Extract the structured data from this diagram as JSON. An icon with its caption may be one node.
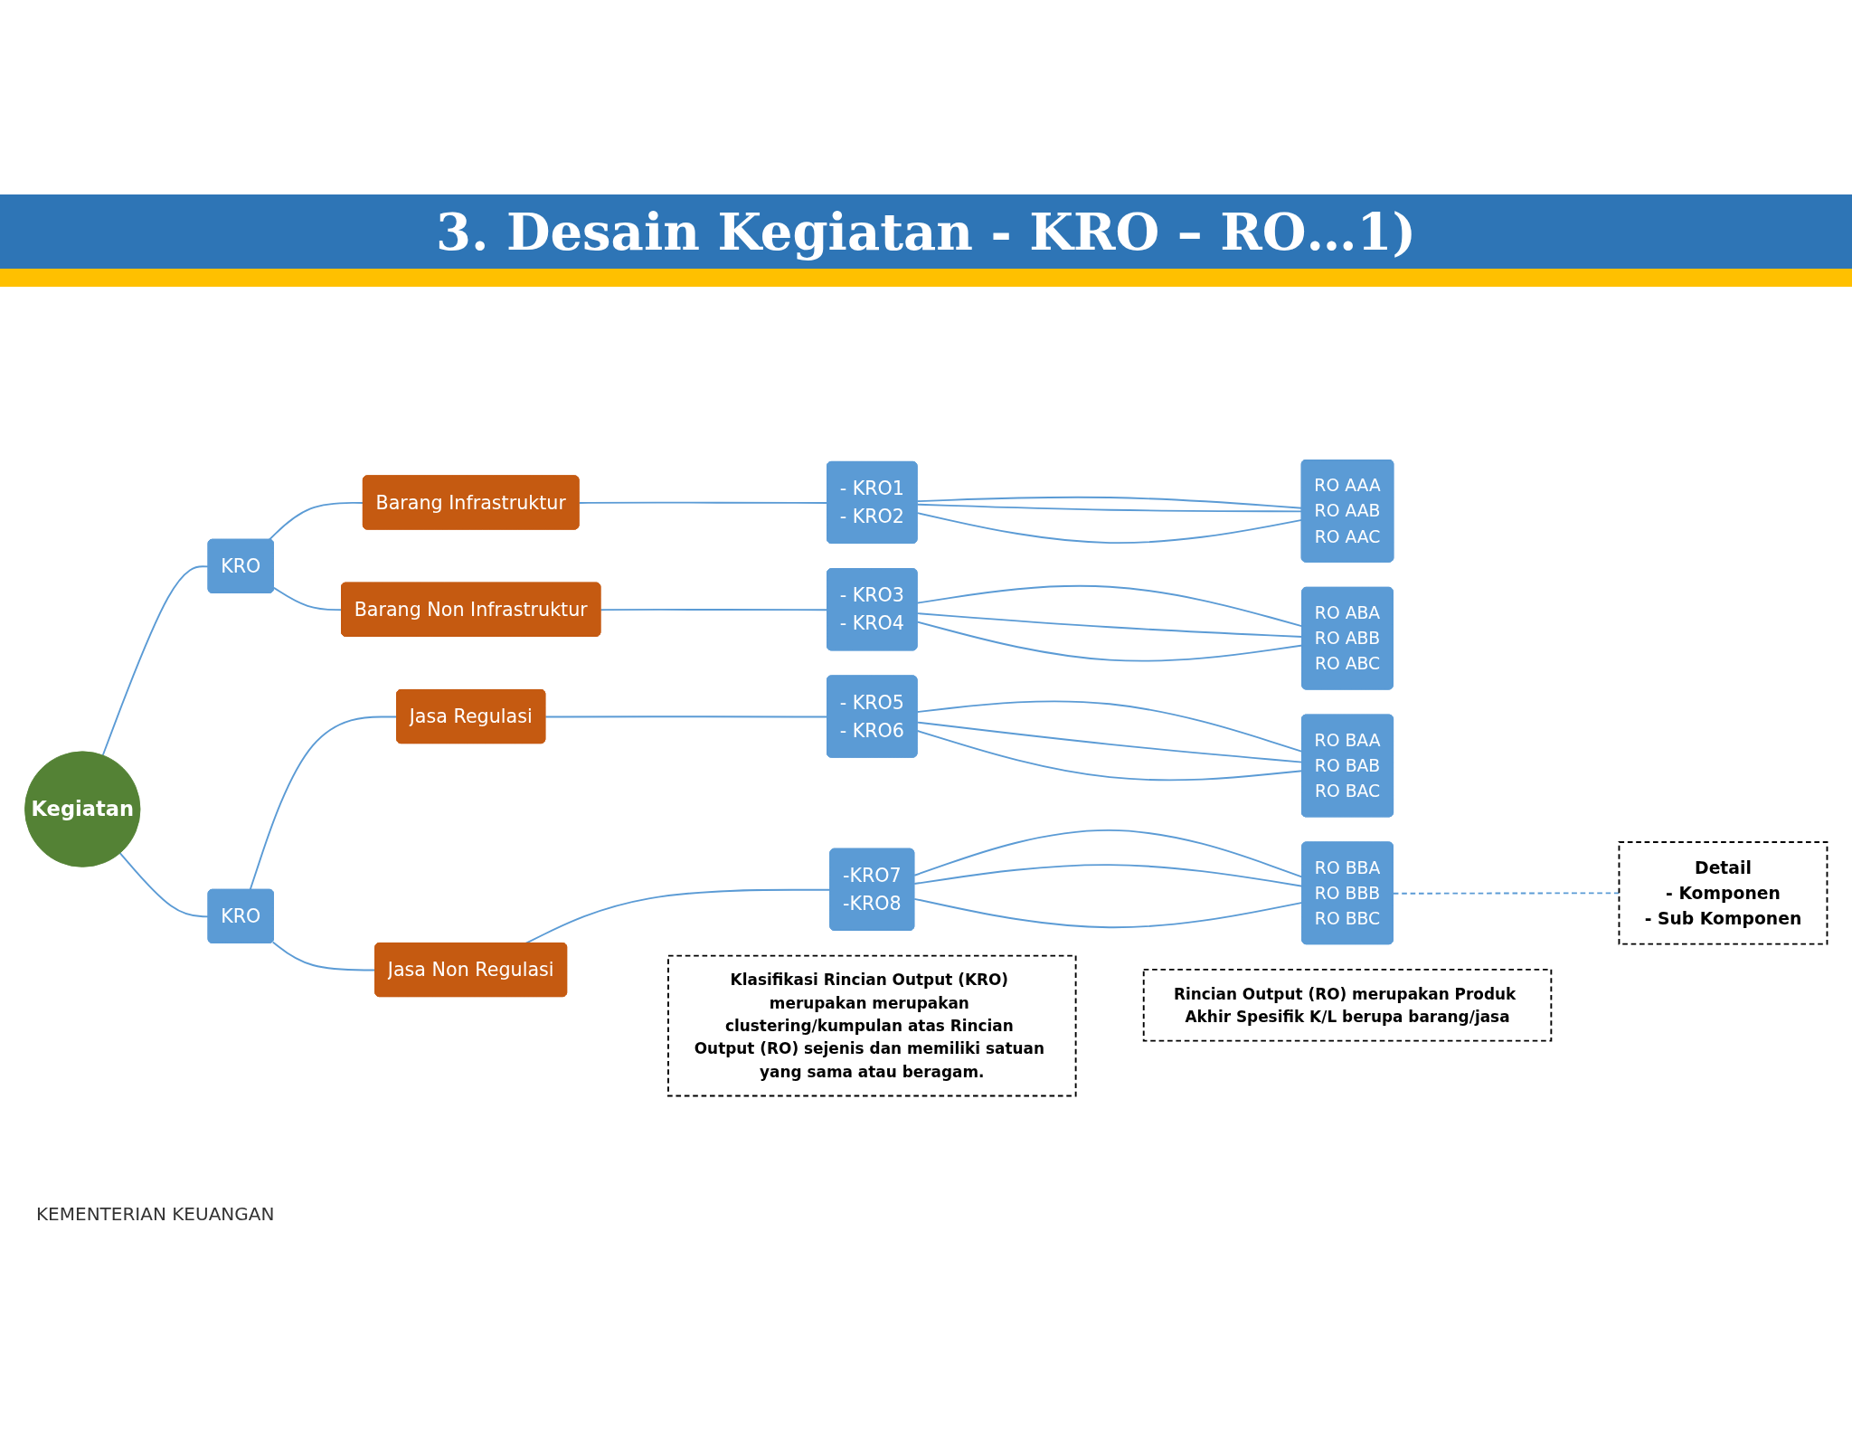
{
  "diagram": {
    "title": "3. Desain Kegiatan - KRO – RO…1)",
    "nodes": [
      {
        "text": [
          "Kegiatan"
        ]
      },
      {
        "text": [
          "KRO"
        ]
      },
      {
        "text": [
          "KRO"
        ]
      },
      {
        "text": [
          "Barang Infrastruktur"
        ]
      },
      {
        "text": [
          "Barang Non Infrastruktur"
        ]
      },
      {
        "text": [
          "Jasa Regulasi"
        ]
      },
      {
        "text": [
          "Jasa Non Regulasi"
        ]
      },
      {
        "text": [
          "- KRO1",
          "- KRO2"
        ]
      },
      {
        "text": [
          "- KRO3",
          "- KRO4"
        ]
      },
      {
        "text": [
          "- KRO5",
          "- KRO6"
        ]
      },
      {
        "text": [
          "-KRO7",
          "-KRO8"
        ]
      },
      {
        "text": [
          "RO AAA",
          "RO AAB",
          "RO AAC"
        ]
      },
      {
        "text": [
          "RO ABA",
          "RO ABB",
          "RO ABC"
        ]
      },
      {
        "text": [
          "RO BAA",
          "RO BAB",
          "RO BAC"
        ]
      },
      {
        "text": [
          "RO BBA",
          "RO BBB",
          "RO BBC"
        ]
      },
      {
        "text": [
          "Detail",
          "- Komponen",
          "- Sub Komponen"
        ]
      },
      {
        "text": [
          "Klasifikasi Rincian Output (KRO) merupakan merupakan clustering/kumpulan atas Rincian Output (RO) sejenis dan memiliki satuan yang sama atau beragam."
        ]
      },
      {
        "text": [
          "Rincian Output (RO) merupakan Produk Akhir Spesifik K/L berupa barang/jasa"
        ]
      }
    ],
    "edges": [
      {
        "from": 0,
        "to": 1,
        "arrow": "none"
      },
      {
        "from": 0,
        "to": 2,
        "arrow": "none"
      },
      {
        "from": 1,
        "to": 3,
        "arrow": "none"
      },
      {
        "from": 1,
        "to": 4,
        "arrow": "none"
      },
      {
        "from": 2,
        "to": 5,
        "arrow": "none"
      },
      {
        "from": 2,
        "to": 6,
        "arrow": "none"
      },
      {
        "from": 3,
        "to": 7,
        "arrow": "none"
      },
      {
        "from": 4,
        "to": 8,
        "arrow": "none"
      },
      {
        "from": 5,
        "to": 9,
        "arrow": "none"
      },
      {
        "from": 6,
        "to": 10,
        "arrow": "none"
      },
      {
        "from": 7,
        "to": 11,
        "arrow": "none"
      },
      {
        "from": 7,
        "to": 11,
        "arrow": "none"
      },
      {
        "from": 7,
        "to": 11,
        "arrow": "none"
      },
      {
        "from": 8,
        "to": 12,
        "arrow": "none"
      },
      {
        "from": 8,
        "to": 12,
        "arrow": "none"
      },
      {
        "from": 8,
        "to": 12,
        "arrow": "none"
      },
      {
        "from": 9,
        "to": 13,
        "arrow": "none"
      },
      {
        "from": 9,
        "to": 13,
        "arrow": "none"
      },
      {
        "from": 9,
        "to": 13,
        "arrow": "none"
      },
      {
        "from": 10,
        "to": 14,
        "arrow": "none"
      },
      {
        "from": 10,
        "to": 14,
        "arrow": "none"
      },
      {
        "from": 10,
        "to": 14,
        "arrow": "none"
      },
      {
        "from": 14,
        "to": 15,
        "arrow": "none",
        "style": "dashed"
      }
    ],
    "labels": [
      "KEMENTERIAN KEUANGAN"
    ]
  }
}
